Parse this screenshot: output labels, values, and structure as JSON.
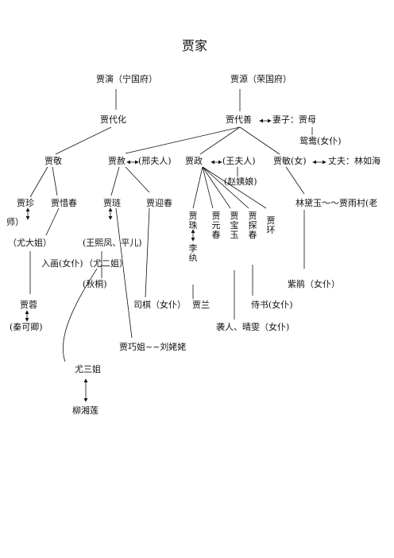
{
  "title": "贾家",
  "nodes": {
    "jia_yan": "贾演（宁国府）",
    "jia_yuan": "贾源（荣国府）",
    "jia_daihua": "贾代化",
    "jia_daishan": "贾代善",
    "wife_label": "妻子：贾母",
    "yuanyang": "鸳鸯(女仆)",
    "jia_jing": "贾敬",
    "jia_she": "贾赦",
    "lady_xing": "(邢夫人)",
    "jia_zheng": "贾政",
    "lady_wang": "(王夫人)",
    "concubine_zhao": "(赵姨娘)",
    "jia_min": "贾敏(女)",
    "husband_label": "丈夫：林如海",
    "jia_zhen": "贾珍",
    "jia_xichun": "贾惜春",
    "jia_lian": "贾琏",
    "jia_yingchun": "贾迎春",
    "lin_daiyu": "林黛玉～～贾雨村(老",
    "teacher_suffix": "师）",
    "jia_zhu": "贾珠",
    "jia_yuanchun": "贾元春",
    "jia_baoyu": "贾宝玉",
    "jia_tanchun": "贾探春",
    "jia_huan": "贾环",
    "elder_you": "（尤大姐）",
    "wang_xifeng": "(王熙凤、平儿)",
    "li_wan": "李纨",
    "ruhua": "入画(女仆)",
    "second_you": "（尤二姐）",
    "qiutong": "(秋桐)",
    "zijuan": "紫鹃（女仆）",
    "jia_rong": "贾蓉",
    "siqi": "司棋（女仆）",
    "jia_lan": "贾兰",
    "shishu": "侍书(女仆)",
    "qin_keqing": "(秦可卿)",
    "xiren_qingwen": "袭人、晴雯（女仆)",
    "qiaojie": "贾巧姐~~刘姥姥",
    "third_you": "尤三姐",
    "liu_xianglian": "柳湘莲"
  }
}
